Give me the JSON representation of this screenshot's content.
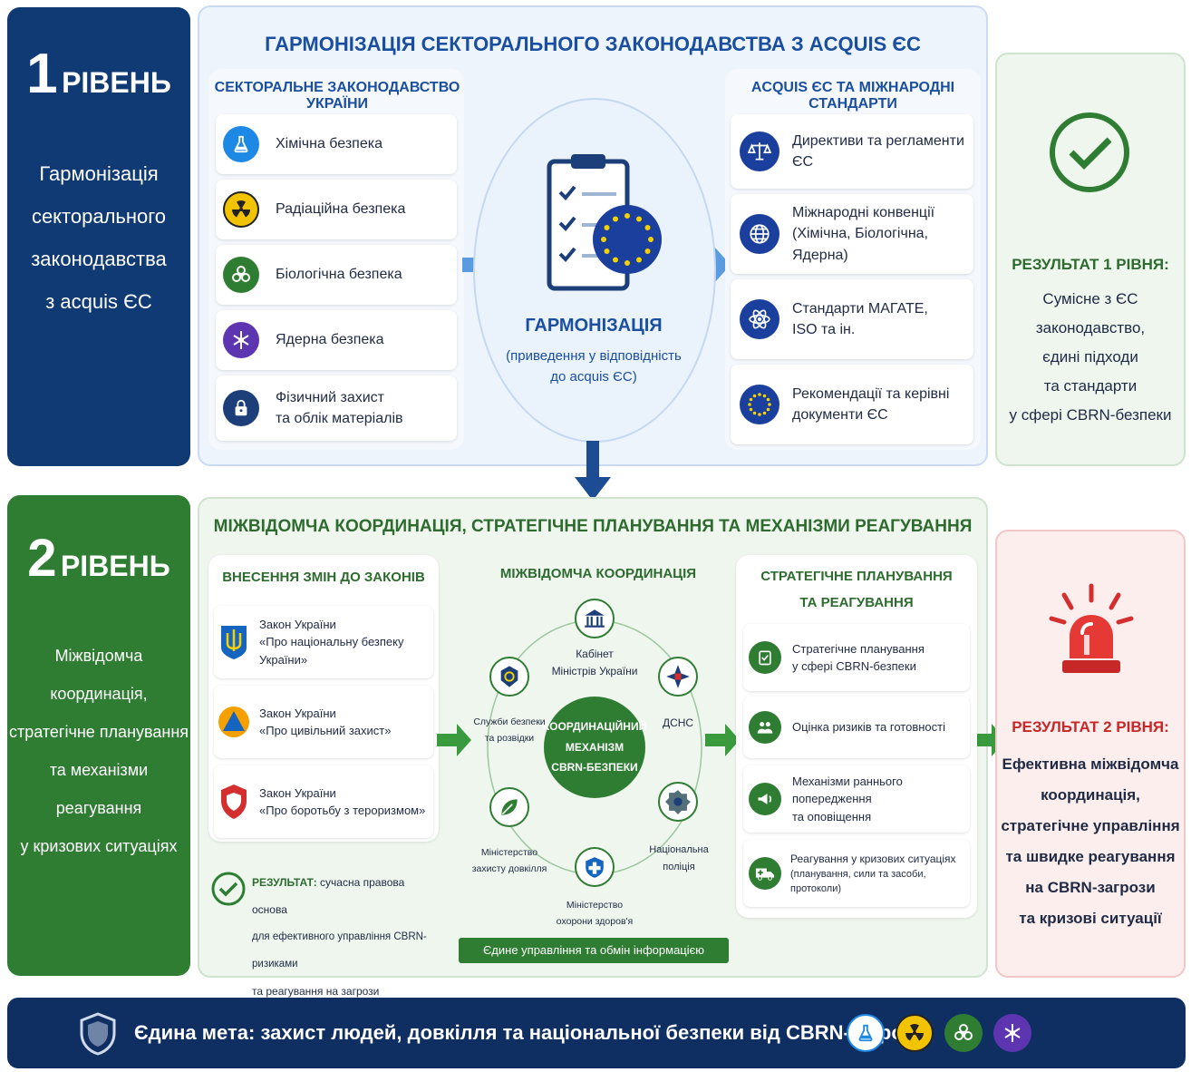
{
  "level1": {
    "num": "1",
    "word": "РІВЕНЬ",
    "desc": [
      "Гармонізація",
      "секторального",
      "законодавства",
      "з acquis ЄС"
    ],
    "title": "ГАРМОНІЗАЦІЯ СЕКТОРАЛЬНОГО ЗАКОНОДАВСТВА З ACQUIS ЄС",
    "left_header": "СЕКТОРАЛЬНЕ ЗАКОНОДАВСТВО УКРАЇНИ",
    "left_items": [
      {
        "label": "Хімічна безпека",
        "icon": "flask-icon",
        "color": "#1e88e5"
      },
      {
        "label": "Радіаційна безпека",
        "icon": "radiation-icon",
        "color": "#f2c400"
      },
      {
        "label": "Біологічна безпека",
        "icon": "biohazard-icon",
        "color": "#2e7d32"
      },
      {
        "label": "Ядерна безпека",
        "icon": "nuclear-icon",
        "color": "#5e35b1"
      },
      {
        "label1": "Фізичний захист",
        "label2": "та облік матеріалів",
        "icon": "lock-icon",
        "color": "#1c3f7a"
      }
    ],
    "center_title": "ГАРМОНІЗАЦІЯ",
    "center_sub": [
      "(приведення у відповідність",
      "до acquis ЄС)"
    ],
    "right_header": "ACQUIS ЄС ТА МІЖНАРОДНІ СТАНДАРТИ",
    "right_items": [
      {
        "label1": "Директиви та регламенти ЄС",
        "label2": "",
        "icon": "scales-icon"
      },
      {
        "label1": "Міжнародні конвенції",
        "label2": "(Хімічна, Біологічна, Ядерна)",
        "icon": "globe-icon"
      },
      {
        "label1": "Стандарти МАГАТЕ,",
        "label2": "ISO та ін.",
        "icon": "atom-icon"
      },
      {
        "label1": "Рекомендації та керівні",
        "label2": "документи ЄС",
        "icon": "eu-stars-icon"
      }
    ],
    "result_title": "РЕЗУЛЬТАТ 1 РІВНЯ:",
    "result_lines": [
      "Сумісне з ЄС",
      "законодавство,",
      "єдині підходи",
      "та стандарти",
      "у сфері CBRN-безпеки"
    ]
  },
  "level2": {
    "num": "2",
    "word": "РІВЕНЬ",
    "desc": [
      "Міжвідомча координація,",
      "стратегічне планування",
      "та механізми реагування",
      "у кризових ситуаціях"
    ],
    "title": "МІЖВІДОМЧА КООРДИНАЦІЯ, СТРАТЕГІЧНЕ ПЛАНУВАННЯ ТА МЕХАНІЗМИ РЕАГУВАННЯ",
    "laws_header": "ВНЕСЕННЯ ЗМІН ДО ЗАКОНІВ",
    "laws": [
      {
        "line1": "Закон України",
        "line2": "«Про національну безпеку України»",
        "icon": "trident-icon"
      },
      {
        "line1": "Закон України",
        "line2": "«Про цивільний захист»",
        "icon": "civil-defense-icon"
      },
      {
        "line1": "Закон України",
        "line2": "«Про боротьбу з тероризмом»",
        "icon": "shield-icon"
      }
    ],
    "laws_result_label": "РЕЗУЛЬТАТ:",
    "laws_result_text1": " сучасна правова основа",
    "laws_result_text2": "для ефективного управління CBRN-ризиками",
    "laws_result_text3": "та реагування на загрози",
    "coord_header": "МІЖВІДОМЧА КООРДИНАЦІЯ",
    "coord_center": [
      "КООРДИНАЦІЙНИЙ",
      "МЕХАНІЗМ",
      "CBRN-БЕЗПЕКИ"
    ],
    "coord_nodes": {
      "cabinet": [
        "Кабінет",
        "Міністрів України"
      ],
      "sbu": [
        "Служби безпеки",
        "та розвідки"
      ],
      "dsns": [
        "ДСНС"
      ],
      "env": [
        "Міністерство",
        "захисту довкілля"
      ],
      "police": [
        "Національна",
        "поліція"
      ],
      "health": [
        "Міністерство",
        "охорони здоров'я"
      ]
    },
    "coord_footer": "Єдине управління та обмін інформацією",
    "strat_header": [
      "СТРАТЕГІЧНЕ ПЛАНУВАННЯ",
      "ТА РЕАГУВАННЯ"
    ],
    "strat_items": [
      {
        "line1": "Стратегічне планування",
        "line2": "у сфері CBRN-безпеки",
        "icon": "clipboard-icon"
      },
      {
        "line1": "Оцінка ризиків та готовності",
        "line2": "",
        "icon": "people-icon"
      },
      {
        "line1": "Механізми раннього попередження",
        "line2": "та оповіщення",
        "icon": "megaphone-icon"
      },
      {
        "line1": "Реагування у кризових ситуаціях",
        "line2": "(планування, сили та засоби, протоколи)",
        "icon": "ambulance-icon"
      }
    ],
    "result_title": "РЕЗУЛЬТАТ 2 РІВНЯ:",
    "result_lines": [
      "Ефективна міжвідомча",
      "координація,",
      "стратегічне управління",
      "та швидке реагування",
      "на CBRN-загрози",
      "та кризові ситуації"
    ]
  },
  "footer": {
    "text": "Єдина мета: захист людей, довкілля та національної безпеки від CBRN-загроз"
  },
  "colors": {
    "navy": "#0f3a73",
    "green": "#2e7d32",
    "blue_title": "#1a4fa0",
    "green_title": "#2e6b2f",
    "red_title": "#c62828"
  }
}
